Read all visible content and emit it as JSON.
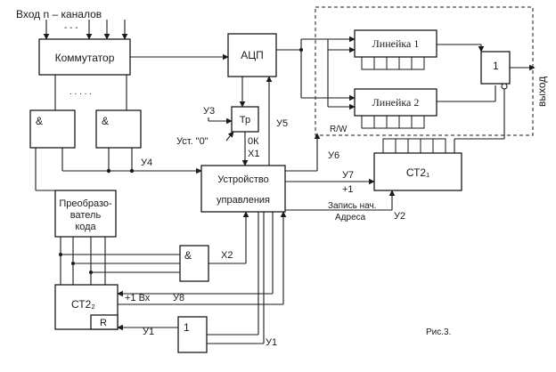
{
  "input_label": "Вход n – каналов",
  "input_dots": "- - -",
  "commutator_label": "Коммутатор",
  "commutator_dots": ". . . . .",
  "and_symbol": "&",
  "converter_lines": [
    "Преобразо-",
    "ватель",
    "кода"
  ],
  "adc_label": "АЦП",
  "trigger_label": "Тр",
  "control_lines": [
    "Устройство",
    "управления"
  ],
  "line1_label": "Линейка 1",
  "line2_label": "Линейка 2",
  "or_symbol": "1",
  "output_label": "выход",
  "rw_label": "R/W",
  "ct21_label": "СТ2₁",
  "ct22_label": "СТ2₂",
  "r_label": "R",
  "one_symbol": "1",
  "signals": {
    "u3": "У3",
    "ust0": "Уст. \"0\"",
    "ok": "0К",
    "x1": "Х1",
    "u5": "У5",
    "u4": "У4",
    "u6": "У6",
    "u7": "У7",
    "plus1": "+1",
    "zapis": "Запись нач.",
    "adresa": "Адреса",
    "u2": "У2",
    "x2": "Х2",
    "plus1bx": "+1 Вх",
    "u8": "У8",
    "u1a": "У1",
    "u1b": "У1"
  },
  "figure_caption": "Рис.3."
}
